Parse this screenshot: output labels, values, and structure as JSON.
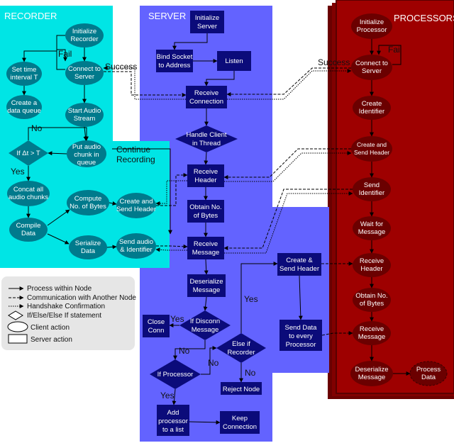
{
  "sections": {
    "recorder": "RECORDER",
    "server": "SERVER",
    "processors": "PROCESSORS"
  },
  "recorder": {
    "initialize": [
      "Initialize",
      "Recorder"
    ],
    "set_time": [
      "Set time",
      "interval T"
    ],
    "connect": [
      "Connect to",
      "Server"
    ],
    "data_queue": [
      "Create a",
      "data queue"
    ],
    "start_audio": [
      "Start Audio",
      "Stream"
    ],
    "put_audio": [
      "Put audio",
      "chunk in",
      "queue"
    ],
    "if_dt": [
      "If Δt > T"
    ],
    "concat": [
      "Concat all",
      "audio chunks"
    ],
    "compute": [
      "Compute",
      "No. of Bytes"
    ],
    "compile": [
      "Compile",
      "Data"
    ],
    "serialize": [
      "Serialize",
      "Data"
    ],
    "create_send_header": [
      "Create and",
      "Send Header"
    ],
    "send_audio": [
      "Send audio",
      "& Identifier"
    ]
  },
  "server": {
    "initialize": [
      "Initialize",
      "Server"
    ],
    "bind": [
      "Bind Socket",
      "to Address"
    ],
    "listen": [
      "Listen"
    ],
    "receive_conn": [
      "Receive",
      "Connection"
    ],
    "handle_client": [
      "Handle Client",
      "in Thread"
    ],
    "receive_header": [
      "Receive",
      "Header"
    ],
    "obtain_bytes": [
      "Obtain No.",
      "of Bytes"
    ],
    "receive_msg": [
      "Receive",
      "Message"
    ],
    "deserialize": [
      "Deserialize",
      "Message"
    ],
    "close_conn": [
      "Close",
      "Conn"
    ],
    "if_disconn": [
      "If Disconn",
      "Message"
    ],
    "else_recorder": [
      "Else if",
      "Recorder"
    ],
    "if_processor": [
      "If Processor"
    ],
    "reject": [
      "Reject Node"
    ],
    "add_processor": [
      "Add",
      "processor",
      "to a list"
    ],
    "keep_conn": [
      "Keep",
      "Connection"
    ],
    "create_send_header": [
      "Create &",
      "Send Header"
    ],
    "send_data": [
      "Send Data",
      "to every",
      "Processor"
    ]
  },
  "processors": {
    "initialize": [
      "Initialize",
      "Processor"
    ],
    "connect": [
      "Connect to",
      "Server"
    ],
    "create_id": [
      "Create",
      "Identifier"
    ],
    "create_send_header": [
      "Create and",
      "Send Header"
    ],
    "send_id": [
      "Send",
      "Identifier"
    ],
    "wait": [
      "Wait for",
      "Message"
    ],
    "receive_header": [
      "Receive",
      "Header"
    ],
    "obtain_bytes": [
      "Obtain No.",
      "of Bytes"
    ],
    "receive_msg": [
      "Receive",
      "Message"
    ],
    "deserialize": [
      "Deserialize",
      "Message"
    ],
    "process_data": [
      "Process",
      "Data"
    ]
  },
  "labels": {
    "fail_left": "Fail",
    "fail_right": "Fail",
    "success_left": "Success",
    "success_right": "Success",
    "no_loop": "No",
    "yes_concat": "Yes",
    "continue_recording": [
      "Continue",
      "Recording"
    ],
    "yes_close": "Yes",
    "no_disconn": "No",
    "no_else": "No",
    "yes_else": "Yes",
    "no_proc": "No",
    "yes_proc": "Yes"
  },
  "legend": [
    "Process within Node",
    "Communication with Another Node",
    "Handshake Confirmation",
    "If/Else/Else If statement",
    "Client action",
    "Server action"
  ],
  "colors": {
    "recorder_bg": "#00e5e5",
    "recorder_shape": "#007a8c",
    "server_bg": "#6363ff",
    "server_shape": "#0b0b7a",
    "processor_bg": "#9e0000",
    "processor_shape": "#6b0000",
    "legend_bg": "#e6e6e6"
  }
}
